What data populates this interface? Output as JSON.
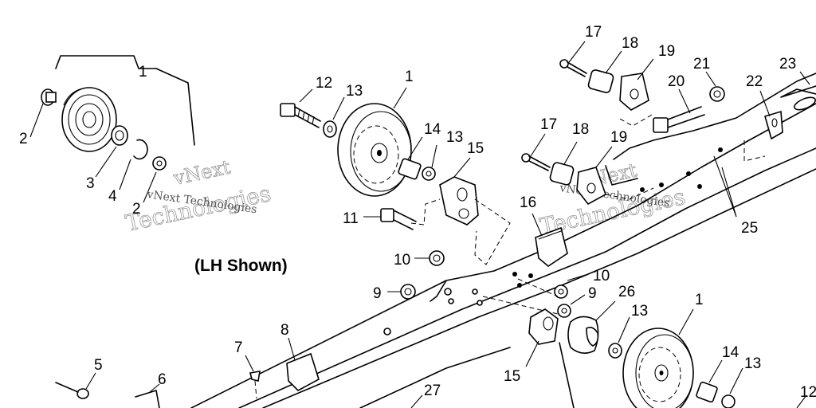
{
  "caption": "(LH Shown)",
  "watermark": {
    "line1": "vNext",
    "line2": "Technologies",
    "small": "vNext Technologies"
  },
  "callouts": {
    "c1a": "1",
    "c2a": "2",
    "c3": "3",
    "c4": "4",
    "c2b": "2",
    "c12a": "12",
    "c13a": "13",
    "c1b": "1",
    "c14a": "14",
    "c13b": "13",
    "c15a": "15",
    "c11": "11",
    "c17a": "17",
    "c18a": "18",
    "c19a": "19",
    "c20": "20",
    "c21": "21",
    "c22": "22",
    "c23": "23",
    "c17b": "17",
    "c18b": "18",
    "c19b": "19",
    "c25": "25",
    "c16": "16",
    "c10a": "10",
    "c10b": "10",
    "c9a": "9",
    "c9b": "9",
    "c26": "26",
    "c13c": "13",
    "c1c": "1",
    "c14b": "14",
    "c13d": "13",
    "c15b": "15",
    "c8": "8",
    "c7": "7",
    "c5": "5",
    "c6": "6",
    "c27": "27",
    "c12b": "12"
  }
}
